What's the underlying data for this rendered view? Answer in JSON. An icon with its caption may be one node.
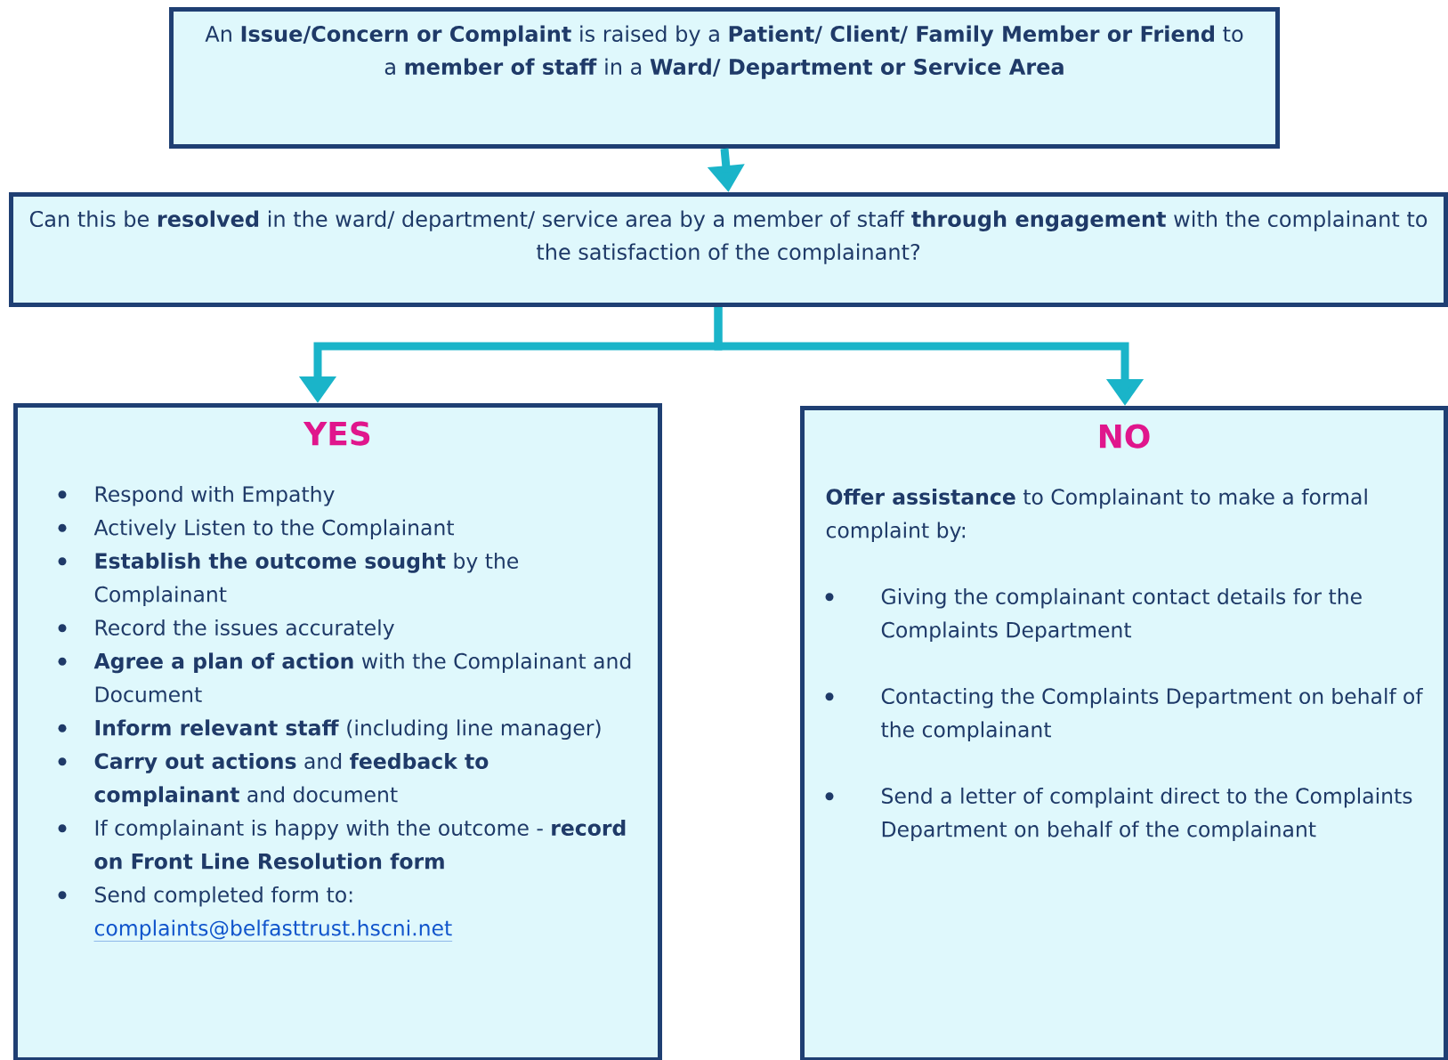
{
  "diagram": {
    "nodes": [
      {
        "text": [
          "An **Issue/Concern or Complaint** is raised by a **Patient/ Client/ Family Member or Friend** to a **member of staff** in a **Ward/ Department or Service Area**"
        ]
      },
      {
        "text": [
          "Can this be **resolved** in the ward/ department/ service area by a member of staff **through engagement** with the complainant to the satisfaction of the complainant?"
        ]
      },
      {
        "text": [
          "YES",
          "Respond with Empathy",
          "Actively Listen to the Complainant",
          "**Establish the outcome sought** by the Complainant",
          "Record the issues accurately",
          "**Agree a plan of action** with the Complainant and Document",
          "**Inform relevant staff** (including line manager)",
          "**Carry out actions** and **feedback to complainant** and document",
          "If complainant is happy with the outcome - **record on Front Line Resolution form**",
          "Send completed form to:",
          "complaints@belfasttrust.hscni.net"
        ]
      },
      {
        "text": [
          "NO",
          "**Offer assistance** to Complainant to make a formal complaint by:",
          "Giving the complainant contact details for the Complaints Department",
          "Contacting the Complaints Department on behalf of the complainant",
          "Send a letter of complaint direct to the Complaints Department on behalf of the complainant"
        ]
      }
    ],
    "edges": [
      {
        "from": 0,
        "to": 1,
        "arrow": "to"
      },
      {
        "from": 1,
        "to": 2,
        "arrow": "to"
      },
      {
        "from": 1,
        "to": 3,
        "arrow": "to"
      }
    ]
  }
}
